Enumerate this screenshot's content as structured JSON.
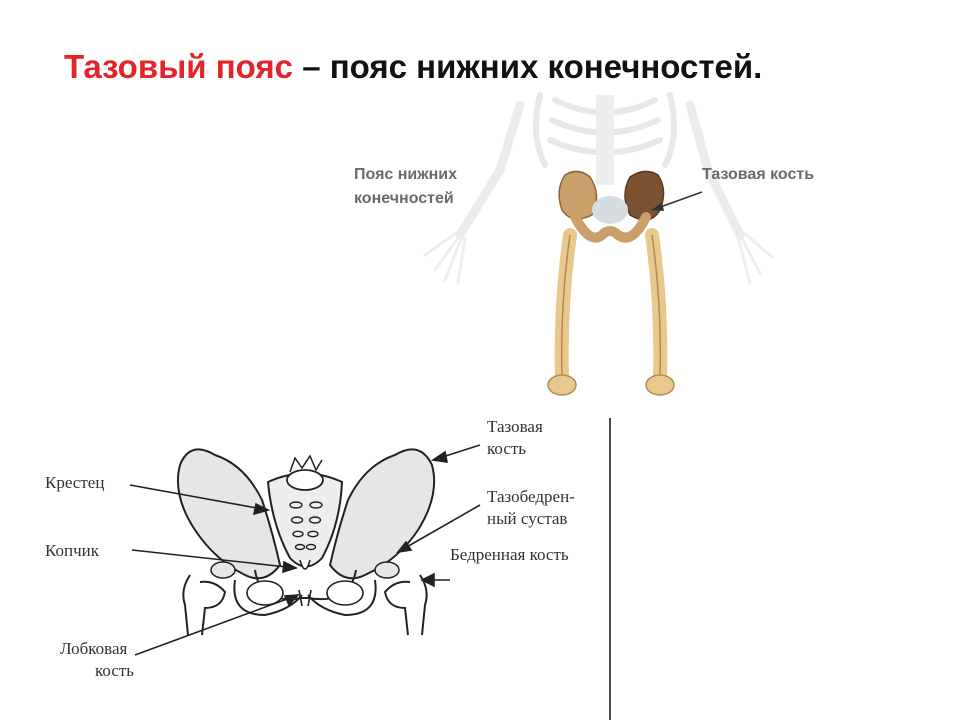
{
  "slide": {
    "title_accent": "Тазовый пояс",
    "title_rest": " – пояс нижних конечностей."
  },
  "figure_top": {
    "label_girdle_line1": "Пояс нижних",
    "label_girdle_line2": "конечностей",
    "label_hip_bone": "Тазовая кость"
  },
  "figure_bottom": {
    "label_sacrum": "Крестец",
    "label_coccyx": "Копчик",
    "label_pubic_line1": "Лобковая",
    "label_pubic_line2": "кость",
    "label_hip_bone_line1": "Тазовая",
    "label_hip_bone_line2": "кость",
    "label_hip_joint_line1": "Тазобедрен-",
    "label_hip_joint_line2": "ный сустав",
    "label_femur": "Бедренная кость"
  },
  "colors": {
    "title_accent": "#e3242b",
    "bone": "#e7c98e",
    "bone_dark": "#7a5232",
    "skeleton_ghost": "#ececec",
    "pelvis_fill": "#e6e6e6"
  }
}
